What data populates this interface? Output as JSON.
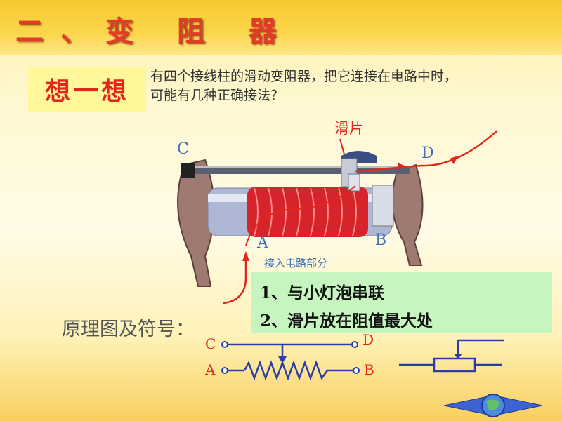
{
  "slide": {
    "title": "二、变 阻 器",
    "think_box": "想一想",
    "question": "有四个接线柱的滑动变阻器，把它连接在电路中时，可能有几种正确接法？",
    "labels": {
      "slider": "滑片",
      "c": "C",
      "d": "D",
      "a": "A",
      "b": "B",
      "portion": "接入电路部分"
    },
    "answers": [
      "1、与小灯泡串联",
      "2、滑片放在阻值最大处"
    ],
    "principle": "原理图及符号：",
    "schematic": {
      "c": "C",
      "d": "D",
      "a": "A",
      "b": "B"
    }
  }
}
